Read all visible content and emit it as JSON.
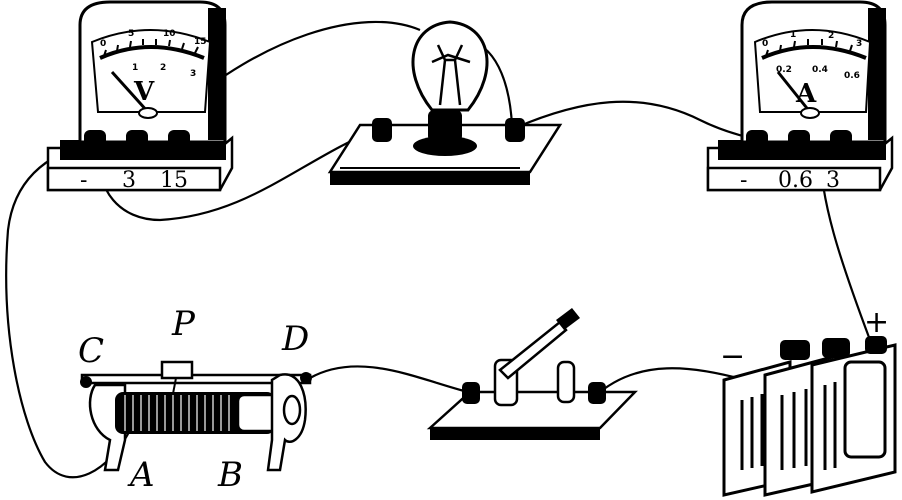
{
  "voltmeter": {
    "symbol": "V",
    "scale_top": [
      "0",
      "5",
      "10",
      "15"
    ],
    "scale_bottom": [
      "1",
      "2",
      "3"
    ],
    "terminals": [
      "-",
      "3",
      "15"
    ]
  },
  "ammeter": {
    "symbol": "A",
    "scale_top": [
      "0",
      "1",
      "2",
      "3"
    ],
    "scale_bottom": [
      "0.2",
      "0.4",
      "0.6"
    ],
    "terminals": [
      "-",
      "0.6",
      "3"
    ]
  },
  "rheostat": {
    "labels": {
      "C": "C",
      "P": "P",
      "D": "D",
      "A": "A",
      "B": "B"
    }
  },
  "battery": {
    "minus": "−",
    "plus": "+"
  }
}
